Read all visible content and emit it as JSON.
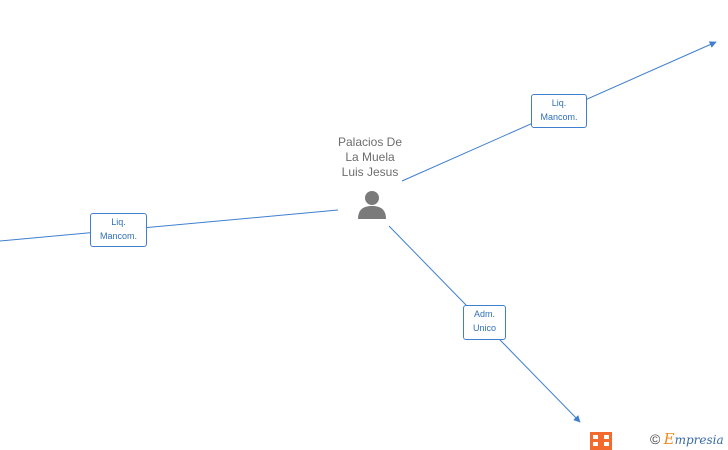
{
  "person": {
    "name_line1": "Palacios De",
    "name_line2": "La Muela",
    "name_line3": "Luis Jesus",
    "icon": "person-icon"
  },
  "edges": [
    {
      "label_line1": "Liq.",
      "label_line2": "Mancom."
    },
    {
      "label_line1": "Liq.",
      "label_line2": "Mancom."
    },
    {
      "label_line1": "Adm.",
      "label_line2": "Unico"
    }
  ],
  "company": {
    "icon": "building-icon"
  },
  "watermark": {
    "copyright": "©",
    "brand_initial": "E",
    "brand_rest": "mpresia"
  },
  "colors": {
    "edge": "#3f7fcf",
    "label_text": "#2f6fb9",
    "person_icon": "#7a7a7a",
    "company_icon": "#f26a2e",
    "name_text": "#6d6d6d"
  }
}
